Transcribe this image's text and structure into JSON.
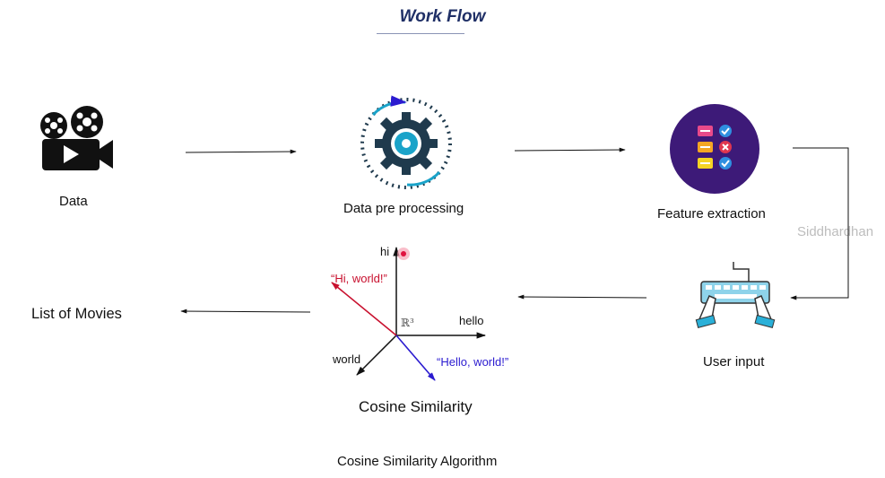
{
  "header": {
    "title": "Work Flow"
  },
  "nodes": {
    "data": {
      "label": "Data"
    },
    "preprocessing": {
      "label": "Data pre processing"
    },
    "feature_extraction": {
      "label": "Feature extraction"
    },
    "user_input": {
      "label": "User input"
    },
    "list_of_movies": {
      "label": "List of Movies"
    },
    "cosine_algorithm": {
      "label": "Cosine Similarity Algorithm"
    }
  },
  "cosine_figure": {
    "axis_hi": "hi",
    "axis_hello": "hello",
    "axis_world": "world",
    "space_label": "ℝ³",
    "vector_hi_world": "“Hi, world!”",
    "vector_hello_world": "“Hello, world!”",
    "caption": "Cosine Similarity"
  },
  "watermark": {
    "text": "Siddhardhan"
  },
  "colors": {
    "title": "#1f2f66",
    "feature_circle": "#3d1a78",
    "vector_red": "#c8102e",
    "vector_blue": "#2b1bd0",
    "gear": "#1f3a4d",
    "gear_accent": "#1aa3c9",
    "keyboard": "#8ed3ea"
  },
  "icons": {
    "data": "film-camera-icon",
    "preprocessing": "gear-cycle-icon",
    "feature_extraction": "checklist-icon",
    "user_input": "keyboard-typing-icon"
  }
}
